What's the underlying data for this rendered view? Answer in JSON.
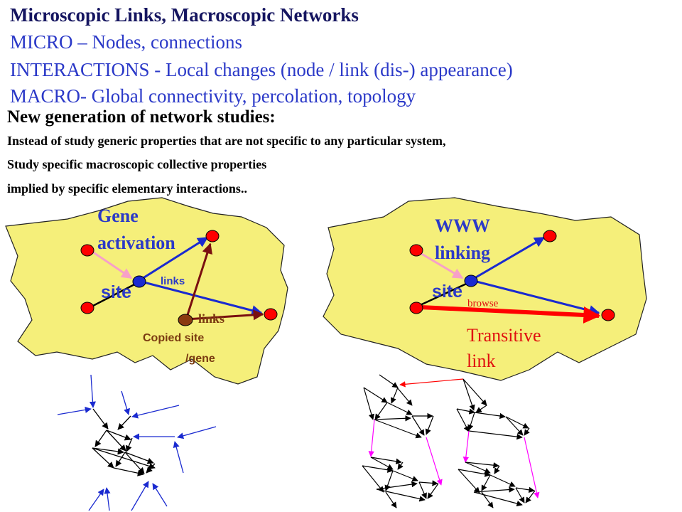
{
  "header": {
    "title": "Microscopic Links, Macroscopic Networks",
    "micro_lead": "MICRO",
    "micro_rest": " – Nodes, connections",
    "interactions_lead": "INTERACTIONS -",
    "interactions_rest": " Local changes (node / link (dis-) appearance)",
    "macro_lead": "MACRO-",
    "macro_rest": " Global connectivity, percolation, topology"
  },
  "intro": {
    "heading": "New generation of network studies:",
    "line1": "Instead of study generic properties that are not specific to any particular system,",
    "line2": "Study specific macroscopic collective properties",
    "line3": "implied by specific elementary interactions.."
  },
  "left_panel": {
    "label_gene": "Gene",
    "label_activation": "activation",
    "label_site": "site",
    "label_links_upper": "links",
    "label_links_lower": "links",
    "label_copied": "Copied site",
    "label_gene_slash": "/gene"
  },
  "right_panel": {
    "label_www": "WWW",
    "label_linking": "linking",
    "label_site": "site",
    "label_browse": "browse",
    "label_transitive": "Transitive",
    "label_link": "link"
  },
  "colors": {
    "blob": "#f5ef7a",
    "node": "#ff0000",
    "arrow_blue": "#1a2ad0",
    "arrow_dark": "#7a1010",
    "arrow_pink": "#f7a0c8",
    "copied_node": "#8a3a10",
    "text_blue": "#2b39c8",
    "label_red": "#e01010",
    "label_brown": "#7a3a10"
  }
}
